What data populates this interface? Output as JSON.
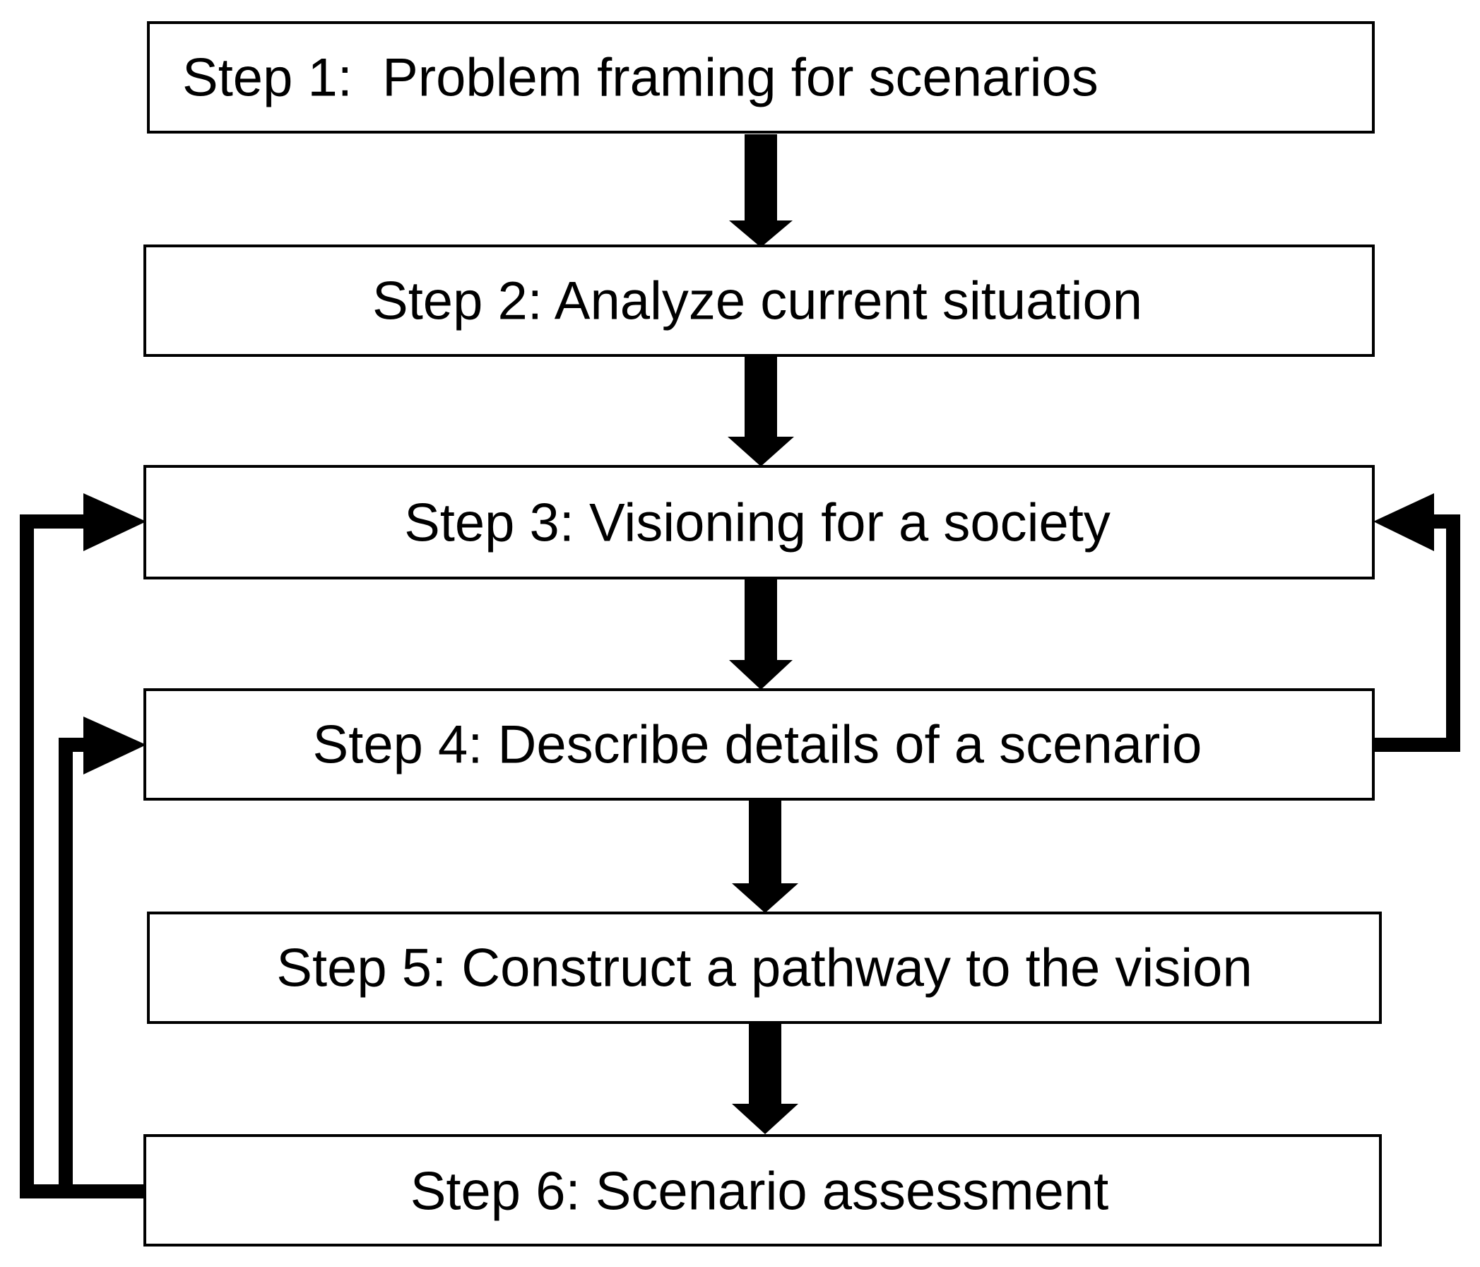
{
  "colors": {
    "background": "#ffffff",
    "stroke": "#000000",
    "box_fill": "#ffffff"
  },
  "steps": [
    {
      "id": "step-1",
      "label": "Step 1:  Problem framing for scenarios"
    },
    {
      "id": "step-2",
      "label": "Step 2: Analyze current situation"
    },
    {
      "id": "step-3",
      "label": "Step 3: Visioning for a society"
    },
    {
      "id": "step-4",
      "label": "Step 4: Describe details of a scenario"
    },
    {
      "id": "step-5",
      "label": "Step 5: Construct a pathway to the vision"
    },
    {
      "id": "step-6",
      "label": "Step 6: Scenario assessment"
    }
  ],
  "flow_arrows": [
    {
      "from": "step-1",
      "to": "step-2"
    },
    {
      "from": "step-2",
      "to": "step-3"
    },
    {
      "from": "step-3",
      "to": "step-4"
    },
    {
      "from": "step-4",
      "to": "step-5"
    },
    {
      "from": "step-5",
      "to": "step-6"
    }
  ],
  "feedback_arrows": [
    {
      "from": "step-4",
      "to": "step-3",
      "side": "right"
    },
    {
      "from": "step-6",
      "to": "step-3",
      "side": "left-outer"
    },
    {
      "from": "step-6",
      "to": "step-4",
      "side": "left-inner"
    }
  ]
}
